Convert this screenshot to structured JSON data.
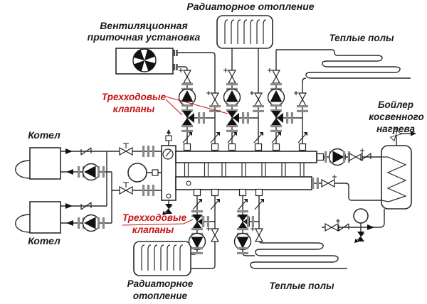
{
  "diagram": {
    "title_context": "Heating system piping scheme",
    "labels": {
      "radiator_top": "Радиаторное отопление",
      "ventilation_line1": "Вентиляционная",
      "ventilation_line2": "приточная установка",
      "floor_top": "Теплые полы",
      "three_way_top_line1": "Трехходовые",
      "three_way_top_line2": "клапаны",
      "indirect_boiler_line1": "Бойлер",
      "indirect_boiler_line2": "косвенного",
      "indirect_boiler_line3": "нагрева",
      "boiler_upper": "Котел",
      "boiler_lower": "Котел",
      "three_way_bottom_line1": "Трехходовые",
      "three_way_bottom_line2": "клапаны",
      "radiator_bottom_line1": "Радиаторное",
      "radiator_bottom_line2": "отопление",
      "floor_bottom": "Теплые полы"
    },
    "colors": {
      "line": "#2a2a2a",
      "label": "#1a1a1a",
      "accent_red": "#c41414",
      "flange_gray": "#8a8a8a",
      "background": "#ffffff"
    },
    "icons": [
      "fan-icon",
      "pump-icon",
      "three-way-valve-icon",
      "ball-valve-icon",
      "check-valve-icon",
      "balancing-valve-icon",
      "pressure-gauge-icon",
      "air-vent-icon",
      "drain-valve-icon",
      "expansion-tank-icon",
      "radiator-icon",
      "floor-coil-icon",
      "heating-coil-icon"
    ]
  }
}
